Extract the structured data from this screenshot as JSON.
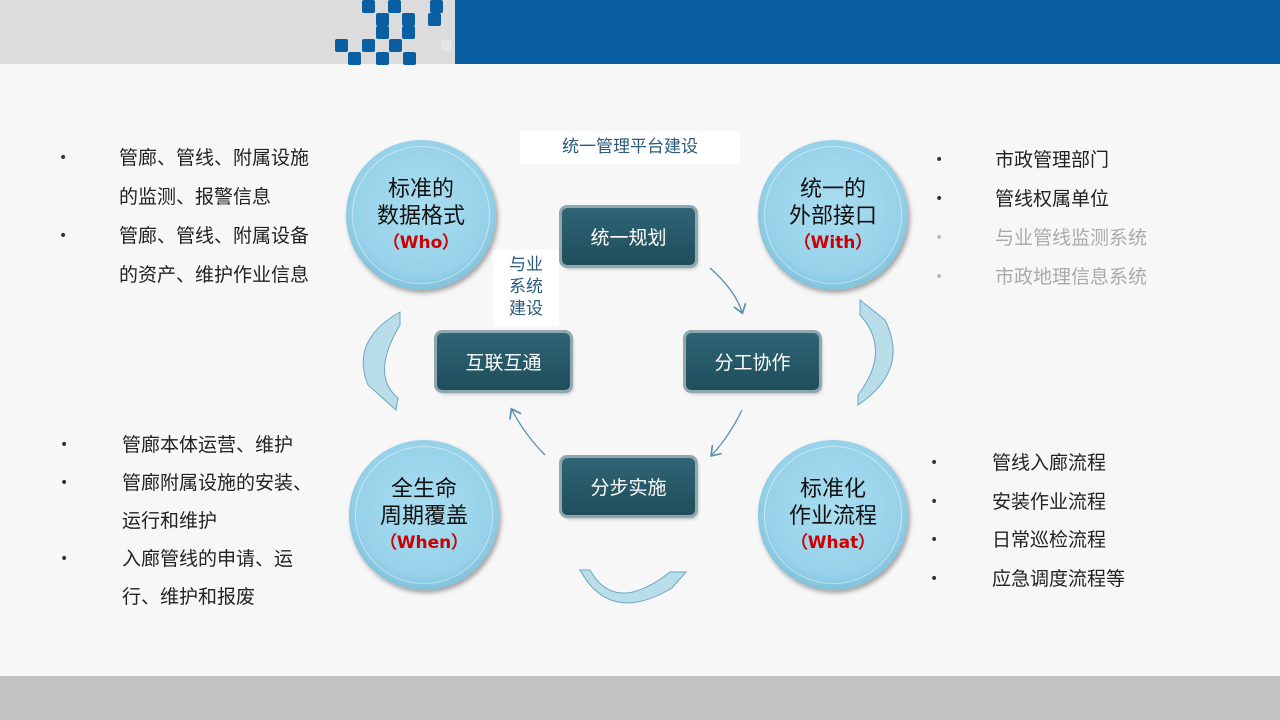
{
  "top_label": "统一管理平台建设",
  "side_label": [
    "与业",
    "系统",
    "建设"
  ],
  "circles": [
    {
      "line1": "标准的",
      "line2": "数据格式",
      "tag": "（Who）"
    },
    {
      "line1": "统一的",
      "line2": "外部接口",
      "tag": "（With）"
    },
    {
      "line1": "全生命",
      "line2": "周期覆盖",
      "tag": "（When）"
    },
    {
      "line1": "标准化",
      "line2": "作业流程",
      "tag": "（What）"
    }
  ],
  "boxes": [
    "统一规划",
    "互联互通",
    "分工协作",
    "分步实施"
  ],
  "lists": {
    "top_left": [
      "管廊、管线、附属设施",
      "的监测、报警信息",
      "管廊、管线、附属设备",
      "的资产、维护作业信息"
    ],
    "top_right": [
      "市政管理部门",
      "管线权属单位",
      "与业管线监测系统",
      "市政地理信息系统"
    ],
    "bottom_left": [
      "管廊本体运营、维护",
      "管廊附属设施的安装、",
      "运行和维护",
      "入廊管线的申请、运",
      "行、维护和报废"
    ],
    "bottom_right": [
      "管线入廊流程",
      "安装作业流程",
      "日常巡检流程",
      "应急调度流程等"
    ]
  },
  "bullet": "•"
}
